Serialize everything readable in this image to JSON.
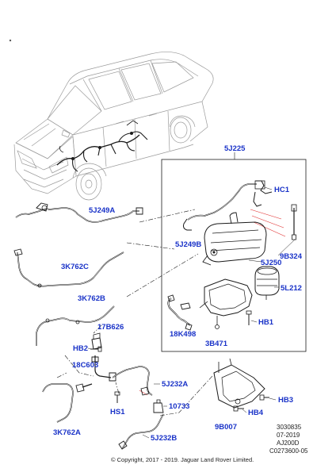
{
  "labels": {
    "group": "5J225",
    "hc1": "HC1",
    "5j249a": "5J249A",
    "5j249b": "5J249B",
    "9b324": "9B324",
    "5j250": "5J250",
    "5l212": "5L212",
    "3k762c": "3K762C",
    "3k762b": "3K762B",
    "17b626": "17B626",
    "hb2": "HB2",
    "18c603": "18C603",
    "hb1": "HB1",
    "18k498": "18K498",
    "3b471": "3B471",
    "5j232a": "5J232A",
    "10733": "10733",
    "hs1": "HS1",
    "hb3": "HB3",
    "hb4": "HB4",
    "9b007": "9B007",
    "3k762a": "3K762A",
    "5j232b": "5J232B"
  },
  "reference": {
    "number": "3030835",
    "date": "07-2019",
    "code": "AJ200D",
    "part": "C0273600-05"
  },
  "copyright": "© Copyright, 2017 - 2019. Jaguar Land Rover Limited.",
  "colors": {
    "label": "#1a33c8",
    "line": "#1b1b1b",
    "leader_red": "#e03030",
    "vehicle_sketch": "#9a9a9a"
  }
}
